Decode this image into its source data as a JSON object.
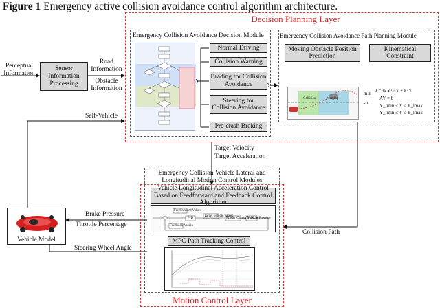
{
  "figure": {
    "number": "Figure 1",
    "title": "Emergency active collision avoidance control algorithm architecture."
  },
  "inputs": {
    "perceptual": "Perceptual Information",
    "road": "Road Information",
    "obstacle": "Obstacle Information",
    "self_vehicle": "Self-Vehicle"
  },
  "sensor_box": "Sensor Information Processing",
  "decision_layer": {
    "title": "Decision Planning Layer",
    "decision_module": {
      "title": "Emergency Collision Avoidance Decision Module",
      "options": [
        "Normal Driving",
        "Collision Warning",
        "Brading for Collision Avoidance",
        "Steering for Collision Avoidance",
        "Pre-crash Braking"
      ]
    },
    "path_module": {
      "title": "Emergency Collision Avoidance Path Planning Module",
      "prediction": "Moving Obstacle Position Prediction",
      "constraint": "Kinematical Constraint",
      "scene_labels": [
        "Collision",
        "Merging"
      ],
      "equations": [
        "min",
        "s.t.",
        "J = ½ YᵀHY + FᵀY",
        "AY = b",
        "Y_lmin ≤ Y ≤ Y_lmax",
        "Y_lmin ≤ Y ≤ Y_lmax"
      ]
    }
  },
  "targets": {
    "velocity": "Target Velocity",
    "acceleration": "Target Acceleration"
  },
  "motion_layer": {
    "title": "Motion Control Layer",
    "module_title": "Emergency Collision Vehicle Lateral and Longitudinal Motion Control Modules",
    "longitudinal": {
      "title": "Vehicle Longitudinal Acceleration Control Based on Feedforward and Feedback Control Algorithm",
      "blocks": [
        "Feedforward Values",
        "Feedback Values",
        "Target vehicle values",
        "Master Output Braking Pressure",
        "Vehicle",
        "PID"
      ]
    },
    "mpc": {
      "title": "MPC Path Tracking Control"
    }
  },
  "outputs": {
    "brake": "Brake Pressure",
    "throttle": "Throttle Percentage",
    "steering": "Steering Wheel Angle",
    "collision_path": "Collision Path"
  },
  "vehicle_model": "Vehicle Model",
  "colors": {
    "layer_red": "#e53030",
    "car_red": "#d42020",
    "flow_blue": "#eef2fb",
    "scene_green": "#b9e6a8",
    "box_gray": "#d9d9d9"
  }
}
